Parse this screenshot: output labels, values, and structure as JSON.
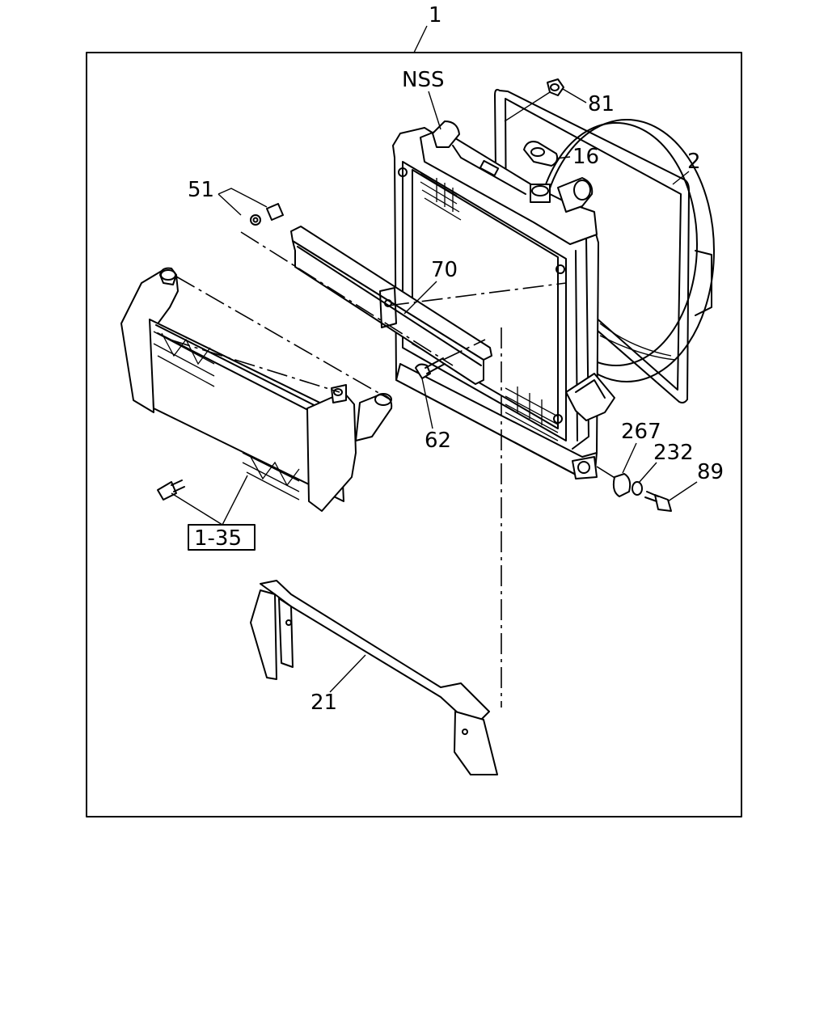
{
  "diagram": {
    "assembly_number": "1",
    "callouts": {
      "nss": "NSS",
      "p81": "81",
      "p16": "16",
      "p2": "2",
      "p51": "51",
      "p70": "70",
      "p62": "62",
      "p267": "267",
      "p232": "232",
      "p89": "89",
      "ref": "1-35",
      "p21": "21"
    }
  }
}
